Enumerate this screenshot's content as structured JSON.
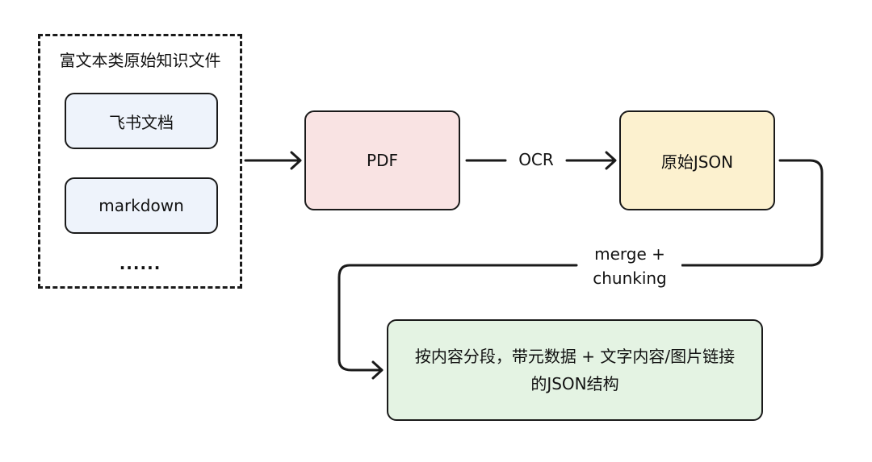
{
  "group": {
    "title": "富文本类原始知识文件",
    "items": [
      "飞书文档",
      "markdown"
    ],
    "more": "......"
  },
  "nodes": {
    "pdf": "PDF",
    "raw_json": "原始JSON",
    "final_line1": "按内容分段，带元数据 + 文字内容/图片链接",
    "final_line2": "的JSON结构"
  },
  "edges": {
    "ocr": "OCR",
    "merge_line1": "merge +",
    "merge_line2": "chunking"
  },
  "colors": {
    "source_fill": "#eef3fb",
    "pdf_fill": "#f9e3e3",
    "json_fill": "#fcf1cf",
    "final_fill": "#e4f3e3"
  }
}
